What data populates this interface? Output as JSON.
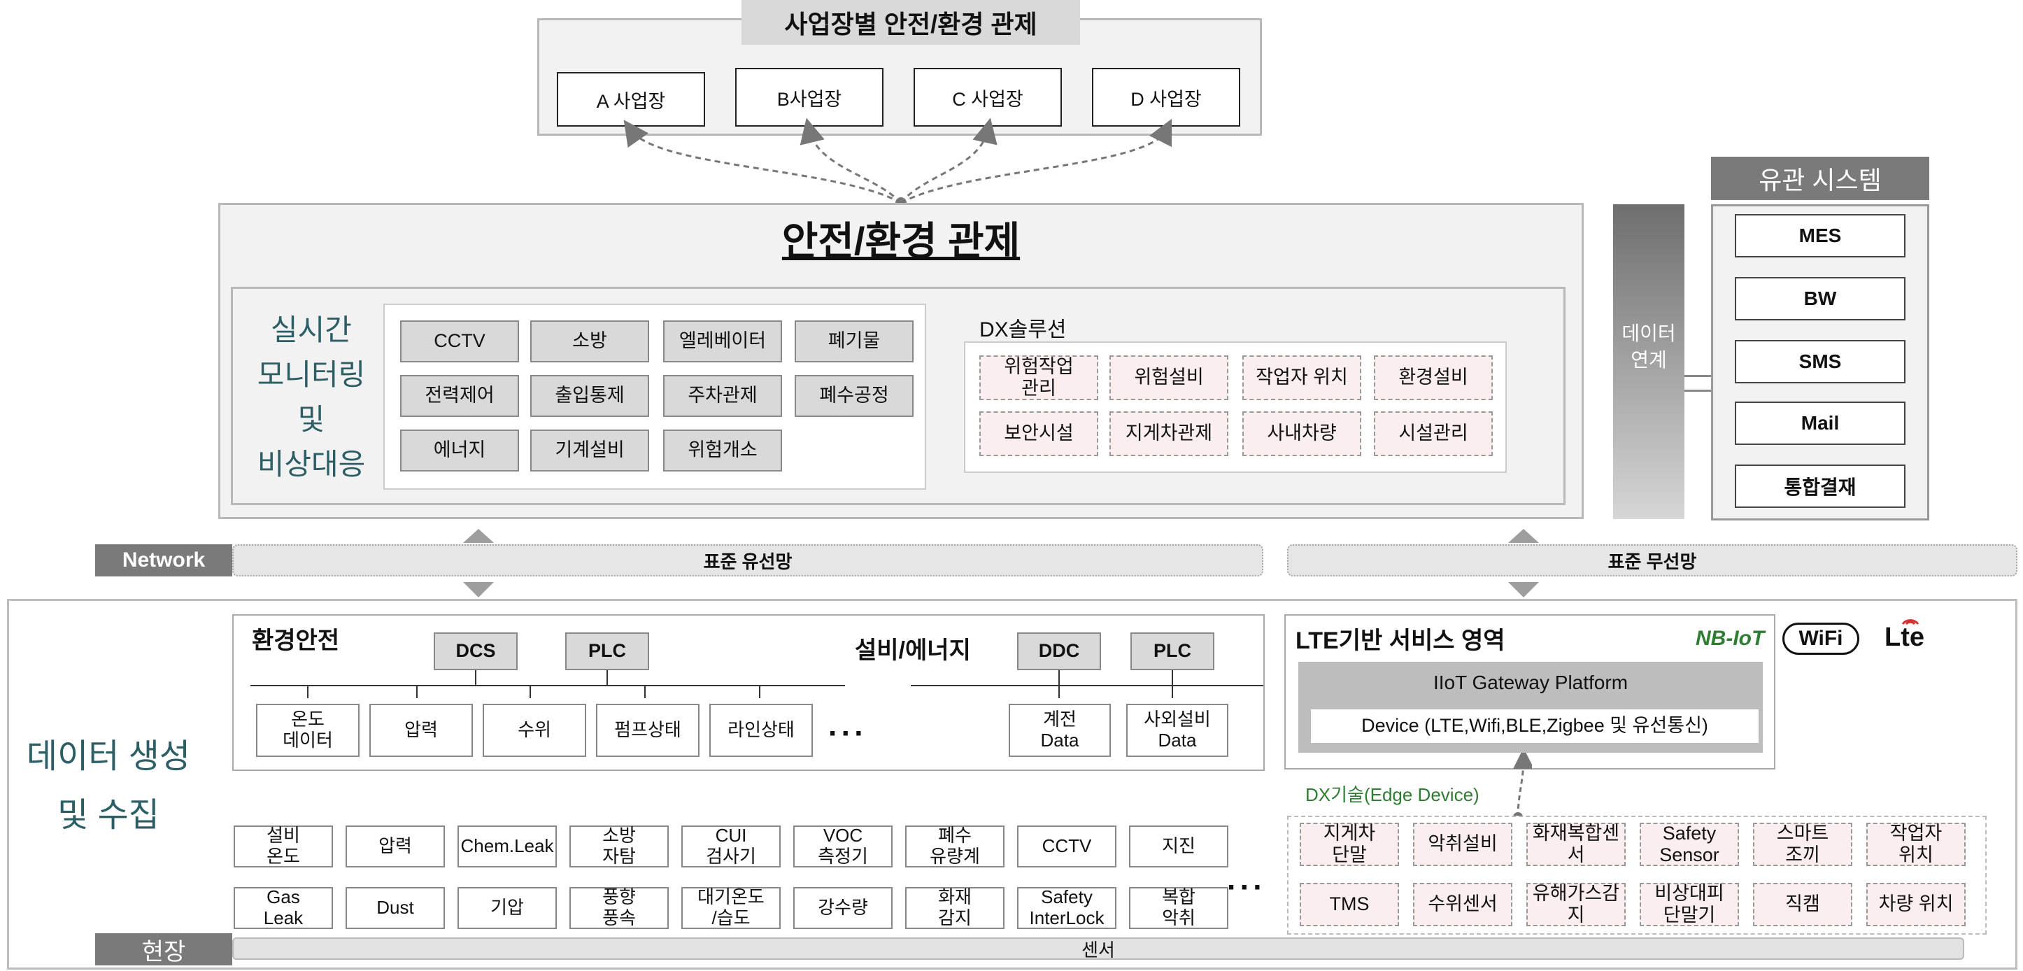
{
  "site_control": {
    "title": "사업장별 안전/환경 관제",
    "sites": [
      "A 사업장",
      "B사업장",
      "C 사업장",
      "D 사업장"
    ]
  },
  "center": {
    "title": "안전/환경 관제",
    "monitoring_label": [
      "실시간",
      "모니터링",
      "및",
      "비상대응"
    ],
    "modules": [
      "CCTV",
      "소방",
      "엘레베이터",
      "폐기물",
      "전력제어",
      "출입통제",
      "주차관제",
      "폐수공정",
      "에너지",
      "기계설비",
      "위험개소"
    ],
    "dx_title": "DX솔루션",
    "dx_items": [
      "위험작업\n관리",
      "위험설비",
      "작업자 위치",
      "환경설비",
      "보안시설",
      "지게차관제",
      "사내차량",
      "시설관리"
    ]
  },
  "data_link": {
    "label": "데이터\n연계"
  },
  "related": {
    "title": "유관 시스템",
    "systems": [
      "MES",
      "BW",
      "SMS",
      "Mail",
      "통합결재"
    ]
  },
  "network": {
    "label": "Network",
    "wired": "표준 유선망",
    "wireless": "표준 무선망"
  },
  "collection": {
    "label": [
      "데이터 생성",
      "및 수집"
    ],
    "env_title": "환경안전",
    "env_ctrl": [
      "DCS",
      "PLC"
    ],
    "env_sensors": [
      "온도\n데이터",
      "압력",
      "수위",
      "펌프상태",
      "라인상태"
    ],
    "ellipsis": "···",
    "fac_title": "설비/에너지",
    "fac_ctrl": [
      "DDC",
      "PLC"
    ],
    "fac_sensors": [
      "계전\nData",
      "사외설비\nData"
    ],
    "lte_title": "LTE기반 서비스 영역",
    "logos": {
      "nbiot": "NB-IoT",
      "wifi": "WiFi",
      "lte": "Lte"
    },
    "gateway": "IIoT Gateway Platform",
    "device": "Device (LTE,Wifi,BLE,Zigbee 및 유선통신)",
    "dx_tech": "DX기술(Edge Device)"
  },
  "field": {
    "label": "현장",
    "sensor_bar": "센서",
    "row1": [
      "설비\n온도",
      "압력",
      "Chem.Leak",
      "소방\n자탐",
      "CUI\n검사기",
      "VOC\n측정기",
      "폐수\n유량계",
      "CCTV",
      "지진"
    ],
    "row2": [
      "Gas\nLeak",
      "Dust",
      "기압",
      "풍향\n풍속",
      "대기온도\n/습도",
      "강수량",
      "화재\n감지",
      "Safety\nInterLock",
      "복합\n악취"
    ],
    "ellipsis": "···",
    "edge_row1": [
      "지게차\n단말",
      "악취설비",
      "화재복합센\n서",
      "Safety\nSensor",
      "스마트\n조끼",
      "작업자\n위치"
    ],
    "edge_row2": [
      "TMS",
      "수위센서",
      "유해가스감\n지",
      "비상대피\n단말기",
      "직캠",
      "차량 위치"
    ]
  },
  "colors": {
    "accent_teal": "#2c5e66",
    "nbiot_green": "#2e7d32",
    "lte_red": "#d32f2f"
  }
}
